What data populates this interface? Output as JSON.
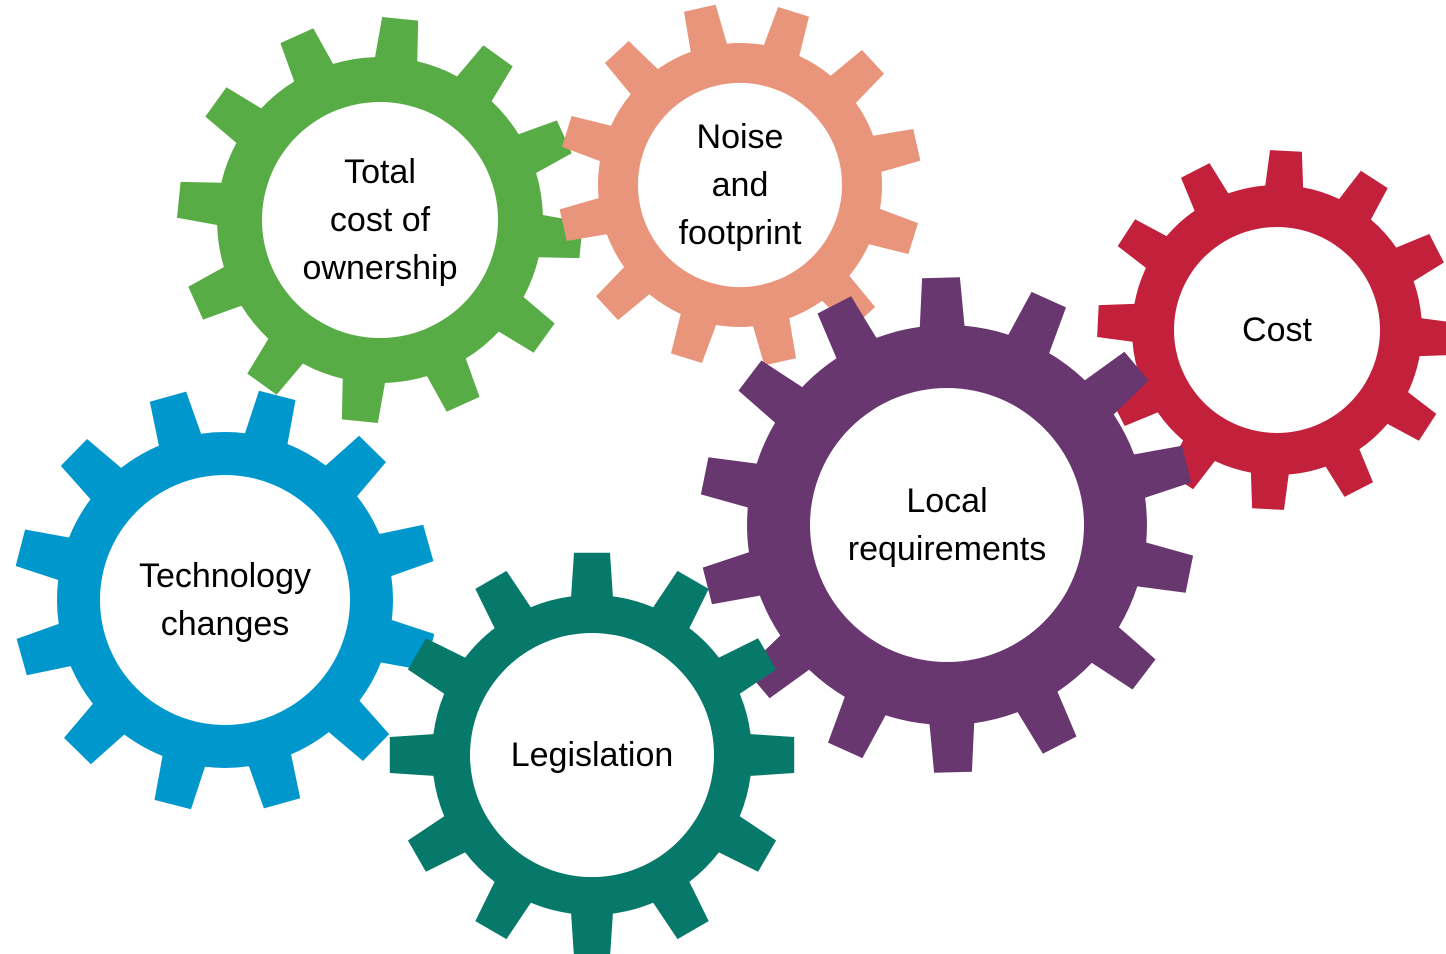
{
  "gears": [
    {
      "id": "tco",
      "label": "Total\ncost of\nownership",
      "color": "#58AC45"
    },
    {
      "id": "noise",
      "label": "Noise\nand\nfootprint",
      "color": "#E8957B"
    },
    {
      "id": "cost",
      "label": "Cost",
      "color": "#C2203B"
    },
    {
      "id": "local",
      "label": "Local\nrequirements",
      "color": "#68376F"
    },
    {
      "id": "tech",
      "label": "Technology\nchanges",
      "color": "#0097CC"
    },
    {
      "id": "legis",
      "label": "Legislation",
      "color": "#06796B"
    }
  ]
}
